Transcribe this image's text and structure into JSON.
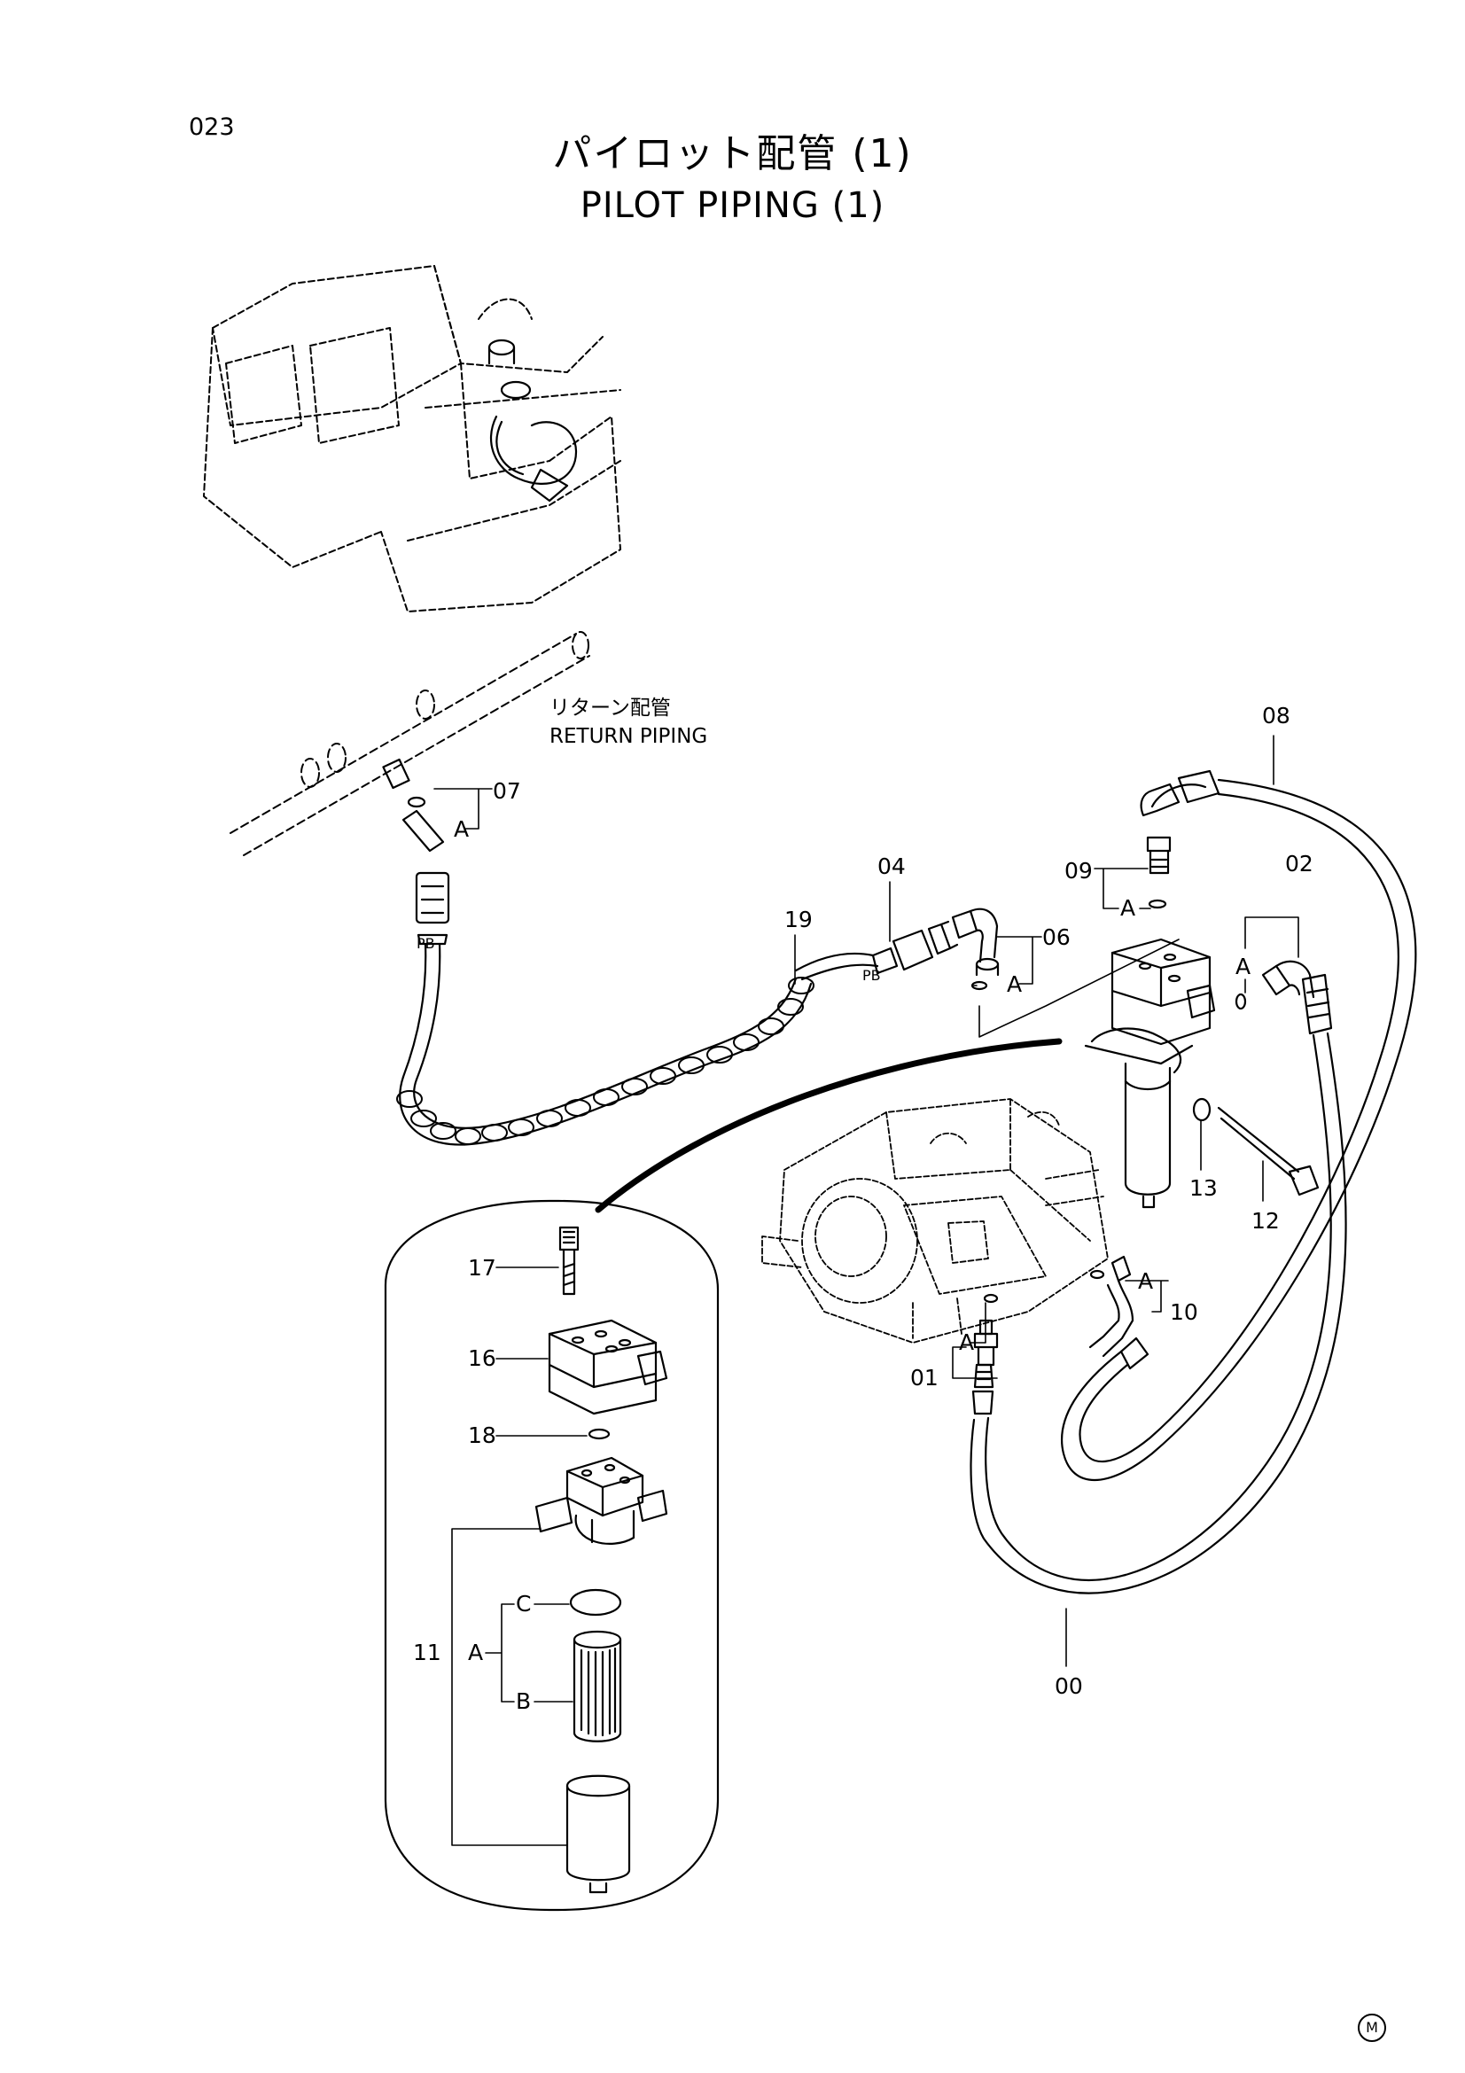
{
  "page_number": "023",
  "title_jp": "パイロット配管 (1)",
  "title_en": "PILOT PIPING (1)",
  "return_piping": {
    "jp": "リターン配管",
    "en": "RETURN PIPING"
  },
  "labels": {
    "p00": "00",
    "p01": "01",
    "p02": "02",
    "p04": "04",
    "p06": "06",
    "p07": "07",
    "p08": "08",
    "p09": "09",
    "p10": "10",
    "p11": "11",
    "p12": "12",
    "p13": "13",
    "p16": "16",
    "p17": "17",
    "p18": "18",
    "p19": "19",
    "A": "A",
    "B": "B",
    "C": "C",
    "PB": "PB"
  },
  "corner_mark": "M"
}
